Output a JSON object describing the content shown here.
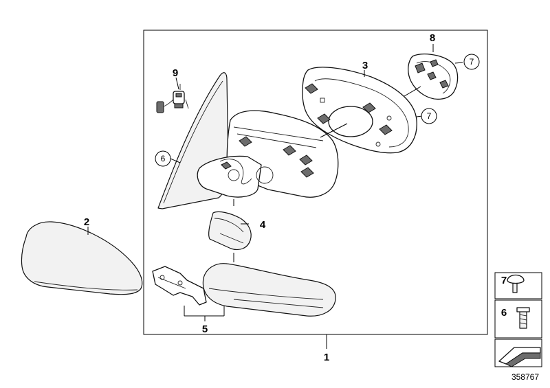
{
  "callouts": {
    "p1": "1",
    "p2": "2",
    "p3": "3",
    "p4": "4",
    "p5": "5",
    "p6": "6",
    "p7a": "7",
    "p7b": "7",
    "p8": "8",
    "p9": "9"
  },
  "legend": {
    "item7": "7",
    "item6": "6"
  },
  "catalog_number": "358767"
}
